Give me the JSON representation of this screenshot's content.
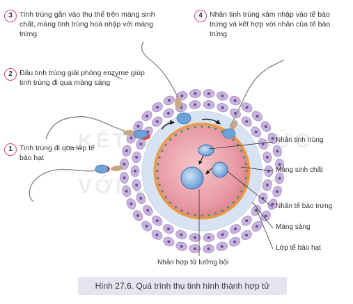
{
  "steps": [
    {
      "number": "3",
      "text": "Tinh trùng gắn vào thụ thể trên màng sinh chất, màng tinh trùng hoà nhập với màng trứng"
    },
    {
      "number": "4",
      "text": "Nhân tinh trùng xâm nhập vào tế bào trứng và kết hợp với nhân của tế bào trứng"
    },
    {
      "number": "2",
      "text": "Đầu tinh trùng giải phóng enzyme giúp tinh trùng đi qua màng sáng"
    },
    {
      "number": "1",
      "text": "Tinh trùng đi qua lớp tế bào hạt"
    }
  ],
  "labels": {
    "sperm_nucleus": "Nhân tinh trùng",
    "plasma_membrane": "Màng sinh chất",
    "egg_nucleus": "Nhân tế bào trứng",
    "zona": "Màng sáng",
    "granulosa": "Lớp tế bào hạt",
    "diploid": "Nhân hợp tử lưỡng bội"
  },
  "watermark": {
    "line1": "KẾT NỐI TRI THỨC",
    "line2": "VỚI CUỘC SỐNG"
  },
  "caption": "Hình 27.6. Quá trình thụ tinh hình thành hợp tử",
  "colors": {
    "accent": "#d04a66",
    "granulosa_cell": "#c7b3dd",
    "zona": "#d7e3f2",
    "cytoplasm": "#e89aa4",
    "nucleus": "#6fa3d8",
    "caption_bg": "#e7e4ef"
  }
}
